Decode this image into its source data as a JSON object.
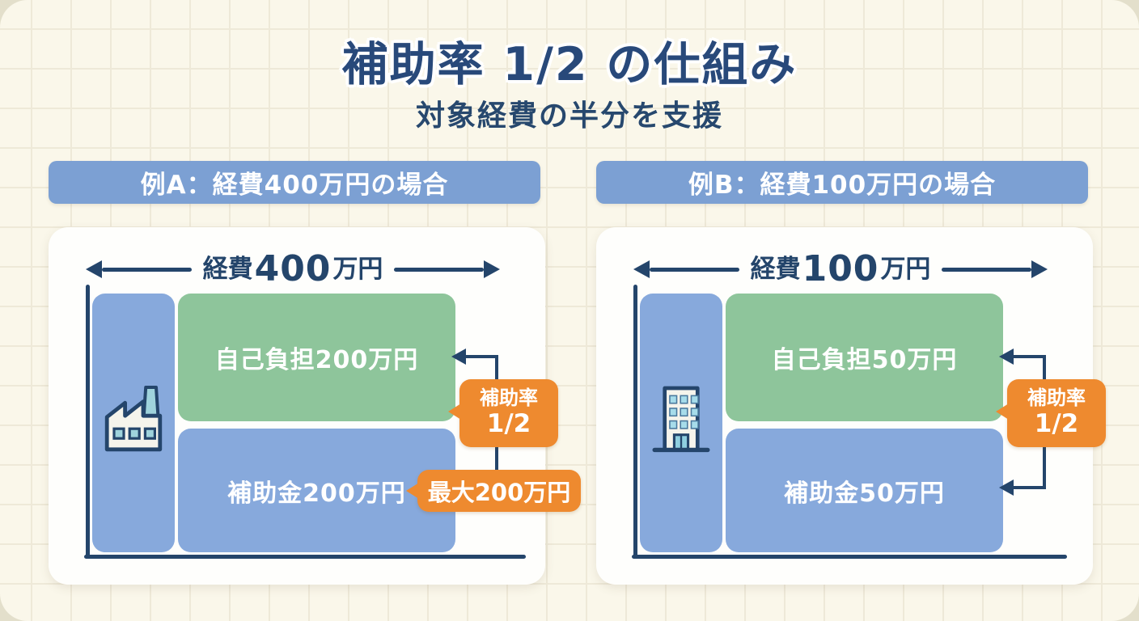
{
  "title": "補助率 1/2 の仕組み",
  "subtitle": "対象経費の半分を支援",
  "colors": {
    "navy_line": "#24456b",
    "title_navy": "#28497a",
    "header_blue": "#7ca0d3",
    "bar_blue": "#87a9dc",
    "bar_green": "#8ec59b",
    "accent_orange": "#ee8a2f",
    "canvas_cream": "#faf7ea",
    "card_white": "#fefefc"
  },
  "panel_a": {
    "header": "例A：経費400万円の場合",
    "expense_prefix": "経費",
    "expense_value": "400",
    "expense_suffix": "万円",
    "self_pay_label": "自己負担200万円",
    "subsidy_label": "補助金200万円",
    "rate_badge": {
      "line1": "補助率",
      "line2": "1/2"
    },
    "max_badge": "最大200万円",
    "icon": "factory-icon"
  },
  "panel_b": {
    "header": "例B：経費100万円の場合",
    "expense_prefix": "経費",
    "expense_value": "100",
    "expense_suffix": "万円",
    "self_pay_label": "自己負担50万円",
    "subsidy_label": "補助金50万円",
    "rate_badge": {
      "line1": "補助率",
      "line2": "1/2"
    },
    "icon": "building-icon"
  }
}
